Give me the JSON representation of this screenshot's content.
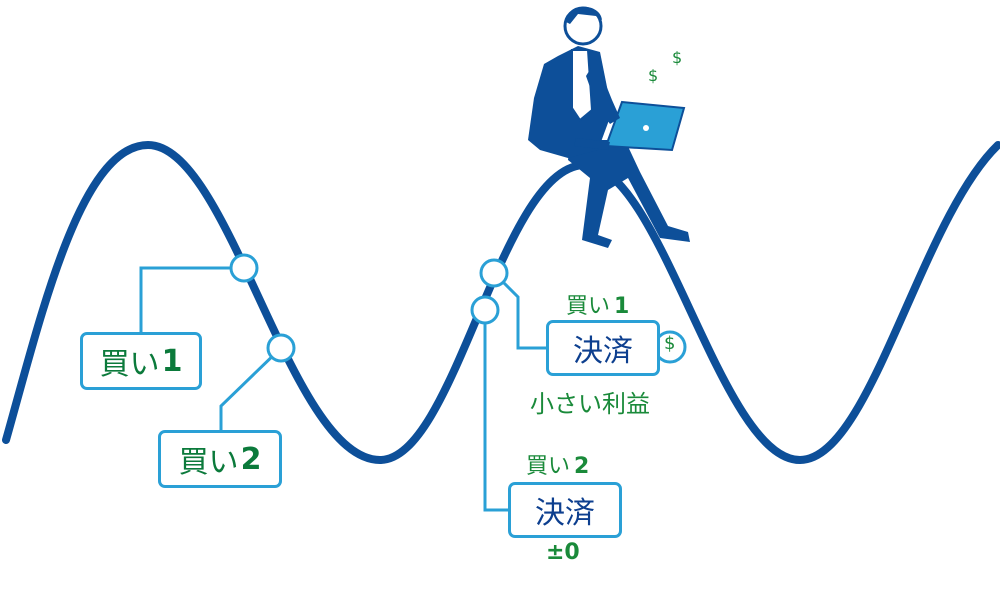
{
  "buy1_box": {
    "text": "買い",
    "num": "1"
  },
  "buy2_box": {
    "text": "買い",
    "num": "2"
  },
  "settle1": {
    "above_text": "買い",
    "above_num": "1",
    "box_text": "決済",
    "below_text": "小さい利益",
    "coin_symbol": "$"
  },
  "settle2": {
    "above_text": "買い",
    "above_num": "2",
    "box_text": "決済",
    "below_text": "±0"
  },
  "money_symbols": [
    "$",
    "$"
  ],
  "colors": {
    "wave": "#0d4f99",
    "accent": "#2aa0d6",
    "green": "#1a8a3a",
    "navy": "#0d3f8f"
  }
}
